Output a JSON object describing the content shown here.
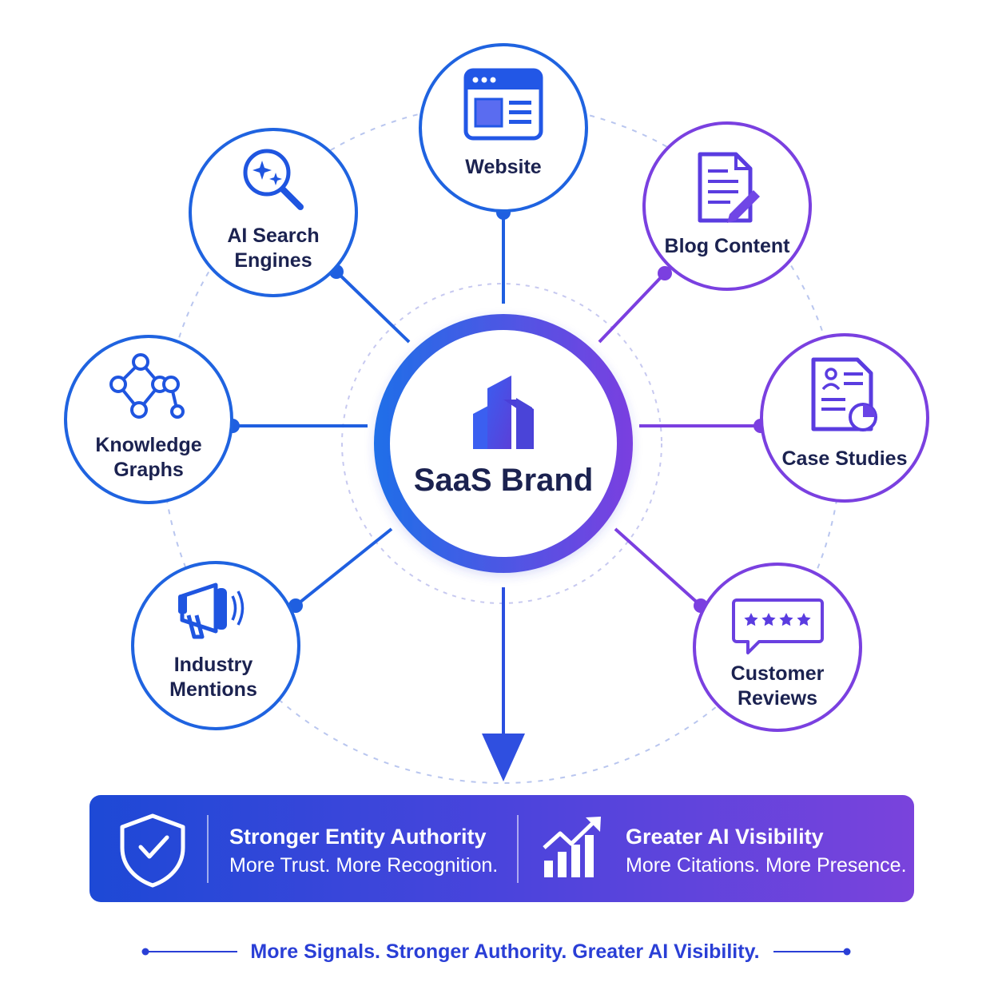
{
  "center": {
    "label": "SaaS Brand",
    "icon": "building-icon"
  },
  "nodes": [
    {
      "id": "website",
      "lines": [
        "Website"
      ],
      "icon": "browser-window-icon"
    },
    {
      "id": "blog-content",
      "lines": [
        "Blog Content"
      ],
      "icon": "document-edit-icon"
    },
    {
      "id": "case-studies",
      "lines": [
        "Case Studies"
      ],
      "icon": "case-study-report-icon"
    },
    {
      "id": "customer-reviews",
      "lines": [
        "Customer",
        "Reviews"
      ],
      "icon": "rating-stars-icon"
    },
    {
      "id": "industry-mentions",
      "lines": [
        "Industry",
        "Mentions"
      ],
      "icon": "megaphone-icon"
    },
    {
      "id": "knowledge-graphs",
      "lines": [
        "Knowledge",
        "Graphs"
      ],
      "icon": "network-graph-icon"
    },
    {
      "id": "ai-search-engines",
      "lines": [
        "AI Search",
        "Engines"
      ],
      "icon": "ai-search-icon"
    }
  ],
  "banner": {
    "left": {
      "title": "Stronger Entity Authority",
      "subtitle": "More Trust. More Recognition.",
      "icon": "shield-check-icon"
    },
    "right": {
      "title": "Greater AI Visibility",
      "subtitle": "More Citations. More Presence.",
      "icon": "growth-chart-icon"
    }
  },
  "tagline": "More Signals. Stronger Authority. Greater AI Visibility.",
  "colors": {
    "blue": "#1f5fe0",
    "purple": "#7b3fe0",
    "text": "#1b2250",
    "tagline": "#2a3fd6"
  }
}
